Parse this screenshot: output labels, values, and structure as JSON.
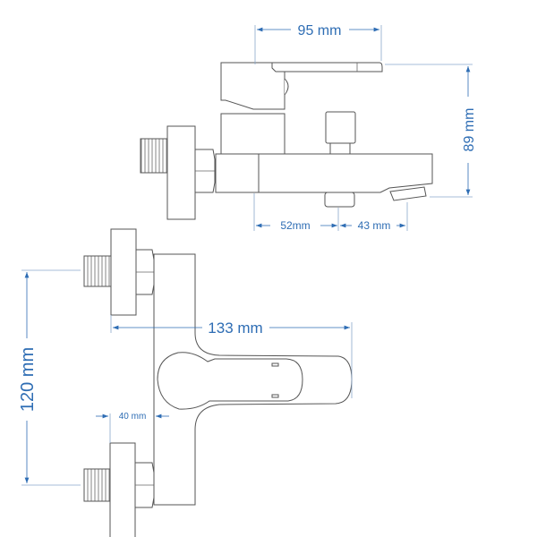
{
  "colors": {
    "dimension": "#2e6db4",
    "outline": "#555555"
  },
  "top_view": {
    "width_label": "95 mm",
    "height_label": "89 mm",
    "spout_offset_label": "52mm",
    "spout_tip_label": "43 mm"
  },
  "front_view": {
    "projection_label": "133 mm",
    "centers_label": "120 mm",
    "wall_offset_label": "40 mm"
  }
}
